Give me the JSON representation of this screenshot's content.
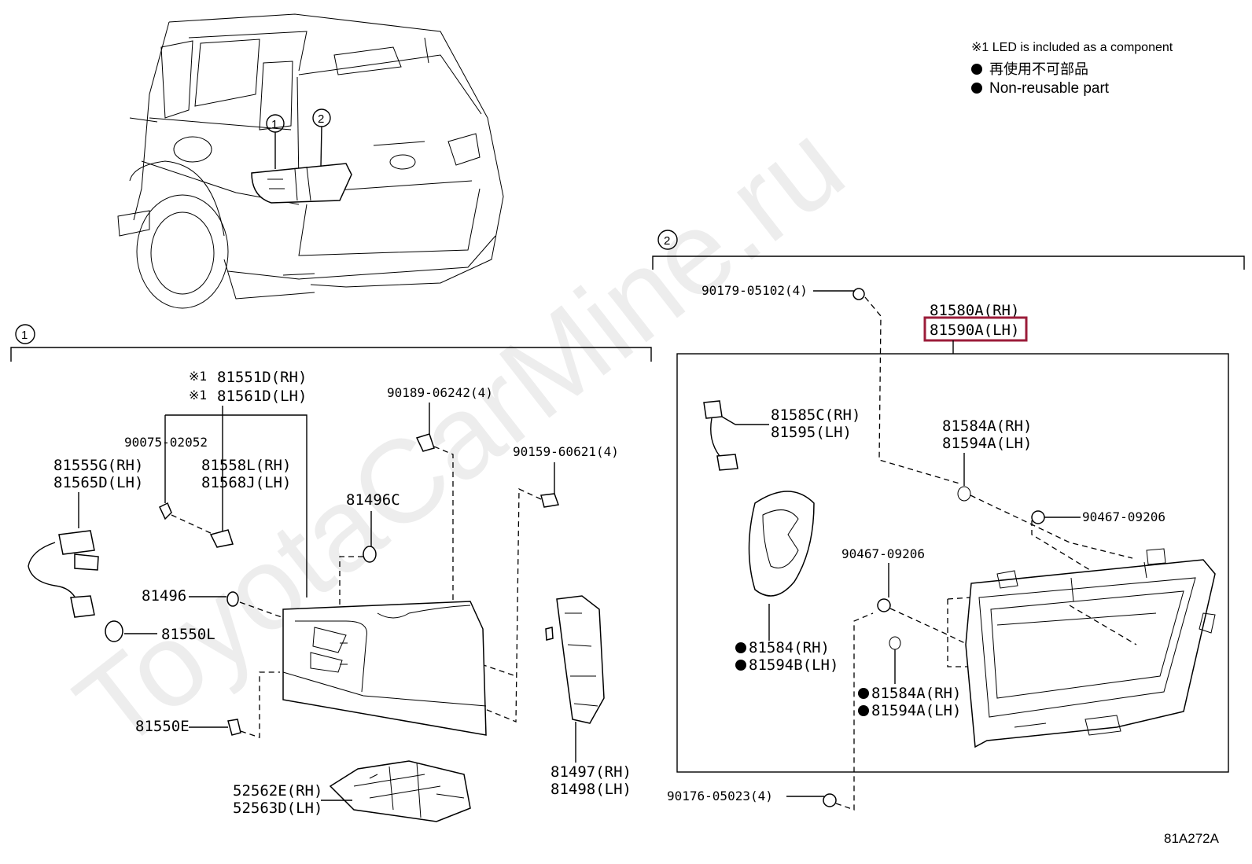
{
  "notes": {
    "led_note": "※1 LED is included as a component",
    "nonreusable_jp": "再使用不可部品",
    "nonreusable_en": "Non-reusable part"
  },
  "watermark": "ToyotaCarMine.ru",
  "diagram_code": "81A272A",
  "callouts": {
    "one": "1",
    "two": "2"
  },
  "section1": {
    "marker": "※1",
    "labels": {
      "p81551D": "81551D(RH)",
      "p81561D": "81561D(LH)",
      "p90075": "90075-02052",
      "p81555G": "81555G(RH)",
      "p81565D": "81565D(LH)",
      "p81558L": "81558L(RH)",
      "p81568J": "81568J(LH)",
      "p90189": "90189-06242(4)",
      "p90159": "90159-60621(4)",
      "p81496C": "81496C",
      "p81496": "81496",
      "p81550L": "81550L",
      "p81550E": "81550E",
      "p52562E": "52562E(RH)",
      "p52563D": "52563D(LH)",
      "p81497": "81497(RH)",
      "p81498": "81498(LH)"
    }
  },
  "section2": {
    "labels": {
      "p90179": "90179-05102(4)",
      "p81580A": "81580A(RH)",
      "p81590A": "81590A(LH)",
      "p81585C": "81585C(RH)",
      "p81595": "81595(LH)",
      "p81584A_top": "81584A(RH)",
      "p81594A_top": "81594A(LH)",
      "p90467_right": "90467-09206",
      "p90467_mid": "90467-09206",
      "p81584": "81584(RH)",
      "p81594B": "81594B(LH)",
      "p81584A_low": "81584A(RH)",
      "p81594A_low": "81594A(LH)",
      "p90176": "90176-05023(4)"
    },
    "highlight_color": "#9b1c3a"
  }
}
